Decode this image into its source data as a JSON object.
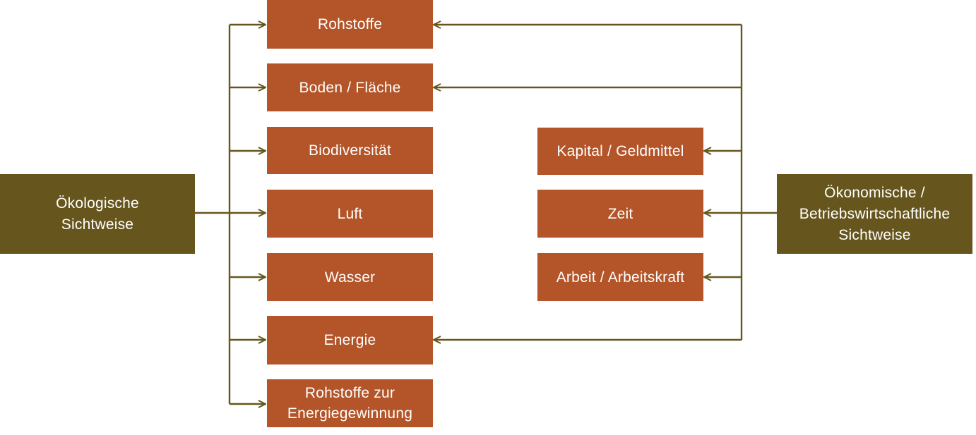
{
  "colors": {
    "resource_box": "#b35429",
    "perspective_box": "#66561e",
    "connector": "#66561e",
    "text": "#ffffff",
    "background": "#ffffff"
  },
  "perspectives": {
    "ecological": "Ökologische\nSichtweise",
    "economic": "Ökonomische /\nBetriebswirtschaftliche\nSichtweise"
  },
  "ecological_resources": [
    "Rohstoffe",
    "Boden / Fläche",
    "Biodiversität",
    "Luft",
    "Wasser",
    "Energie",
    "Rohstoffe zur\nEnergiegewinnung"
  ],
  "economic_resources": [
    "Kapital / Geldmittel",
    "Zeit",
    "Arbeit / Arbeitskraft"
  ],
  "links": {
    "ecological_to": [
      "Rohstoffe",
      "Boden / Fläche",
      "Biodiversität",
      "Luft",
      "Wasser",
      "Energie",
      "Rohstoffe zur\nEnergiegewinnung"
    ],
    "economic_to": [
      "Rohstoffe",
      "Boden / Fläche",
      "Kapital / Geldmittel",
      "Zeit",
      "Arbeit / Arbeitskraft",
      "Energie"
    ]
  }
}
